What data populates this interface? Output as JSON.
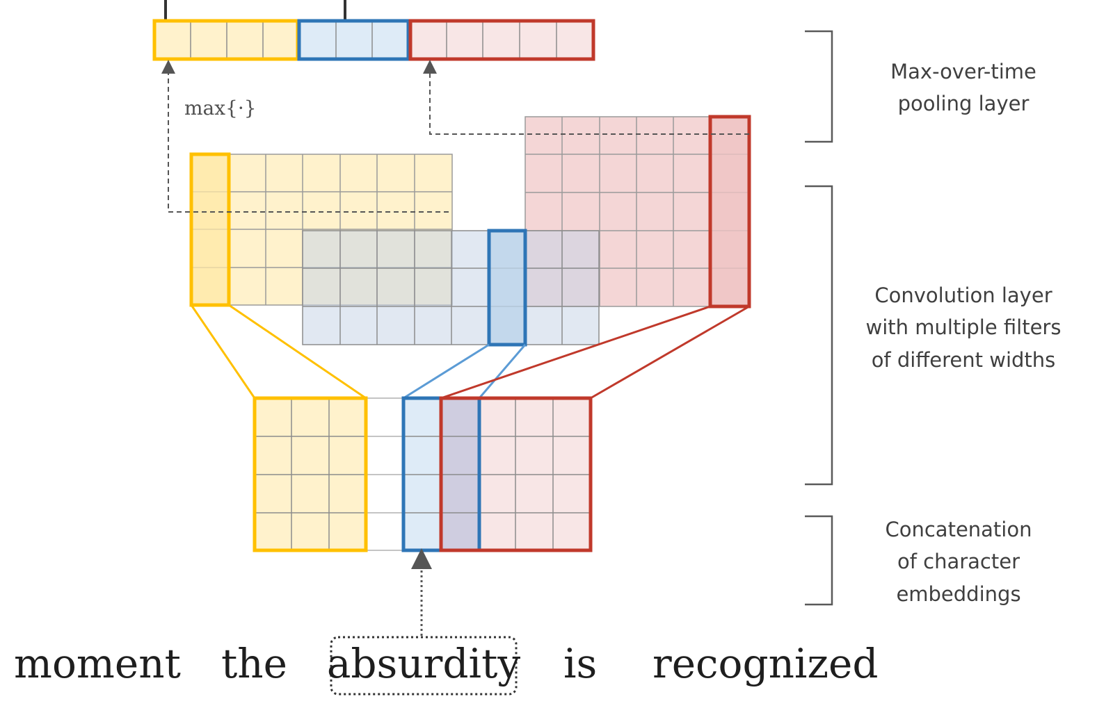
{
  "labels": {
    "pooling": [
      "Max-over-time",
      "pooling layer"
    ],
    "convolution": [
      "Convolution layer",
      "with multiple filters",
      "of different widths"
    ],
    "embeddings": [
      "Concatenation",
      "of character",
      "embeddings"
    ]
  },
  "max_operator": "max{·}",
  "sentence": [
    "moment",
    "the",
    "absurdity",
    "is",
    "recognized"
  ],
  "highlighted_word": "absurdity",
  "colors": {
    "yellow": "#FFC000",
    "yellow_fill": "#FFF2CC",
    "blue": "#2E75B6",
    "blue_fill": "#DEEBF7",
    "red": "#C0392B",
    "red_fill": "#F8E1E1",
    "grid": "#8c8c8c",
    "bracket": "#595959"
  }
}
